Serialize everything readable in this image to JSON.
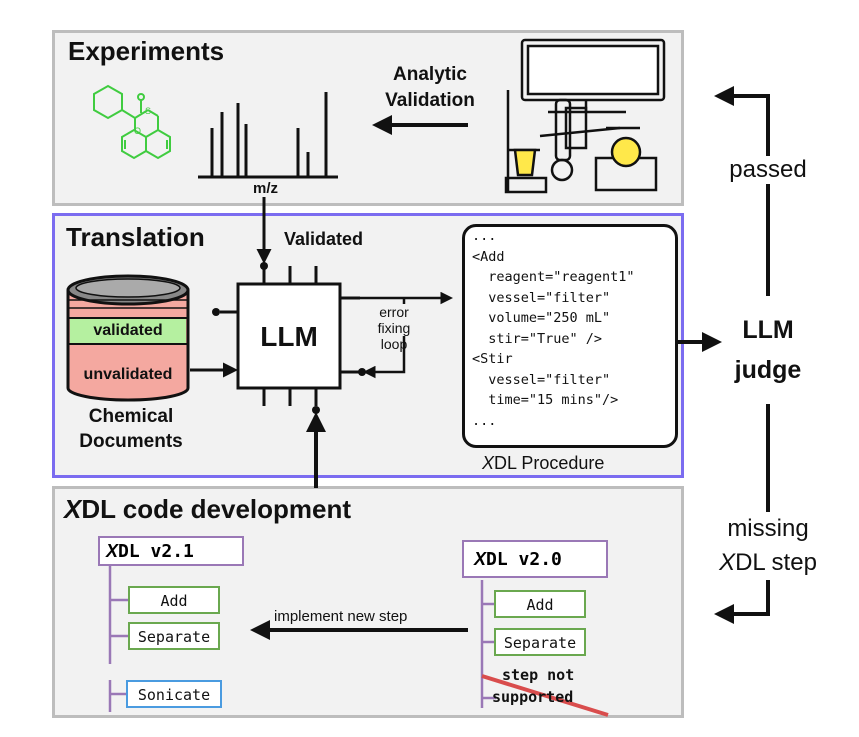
{
  "experiments": {
    "title": "Experiments",
    "analytic_line1": "Analytic",
    "analytic_line2": "Validation",
    "mz_label": "m/z"
  },
  "translation": {
    "title": "Translation",
    "validated_label": "Validated",
    "drum_top": "validated",
    "drum_bottom": "unvalidated",
    "docs_line1": "Chemical",
    "docs_line2": "Documents",
    "llm_label": "LLM",
    "error_line1": "error",
    "error_line2": "fixing",
    "error_line3": "loop",
    "code_lines": [
      "...",
      "<Add",
      "  reagent=\"reagent1\"",
      "  vessel=\"filter\"",
      "  volume=\"250 mL\"",
      "  stir=\"True\" />",
      "<Stir",
      "  vessel=\"filter\"",
      "  time=\"15 mins\"/>",
      "..."
    ],
    "procedure_x": "X",
    "procedure_rest": "DL Procedure"
  },
  "right": {
    "passed": "passed",
    "judge_line1": "LLM",
    "judge_line2": "judge",
    "missing_line1": "missing",
    "missing_x": "X",
    "missing_rest": "DL step"
  },
  "xdl": {
    "title_x": "X",
    "title_rest": "DL code development",
    "v21_x": "X",
    "v21_rest": "DL v2.1",
    "v20_x": "X",
    "v20_rest": "DL v2.0",
    "v21_steps": [
      "Add",
      "Separate",
      "Sonicate"
    ],
    "v20_steps": [
      "Add",
      "Separate"
    ],
    "unsupported_line1": "step not",
    "unsupported_line2": "supported",
    "implement_label": "implement new step"
  },
  "colors": {
    "gray_border": "#bdbdbd",
    "blue_border": "#7b6cf0",
    "purple_border": "#9a78b6",
    "green_border": "#6aa84f",
    "blue_step_border": "#4a9be0",
    "drum_green": "#b5f0a0",
    "drum_red": "#f4a8a0",
    "molecule_green": "#40cc40",
    "strike_red": "#d94d4d"
  }
}
